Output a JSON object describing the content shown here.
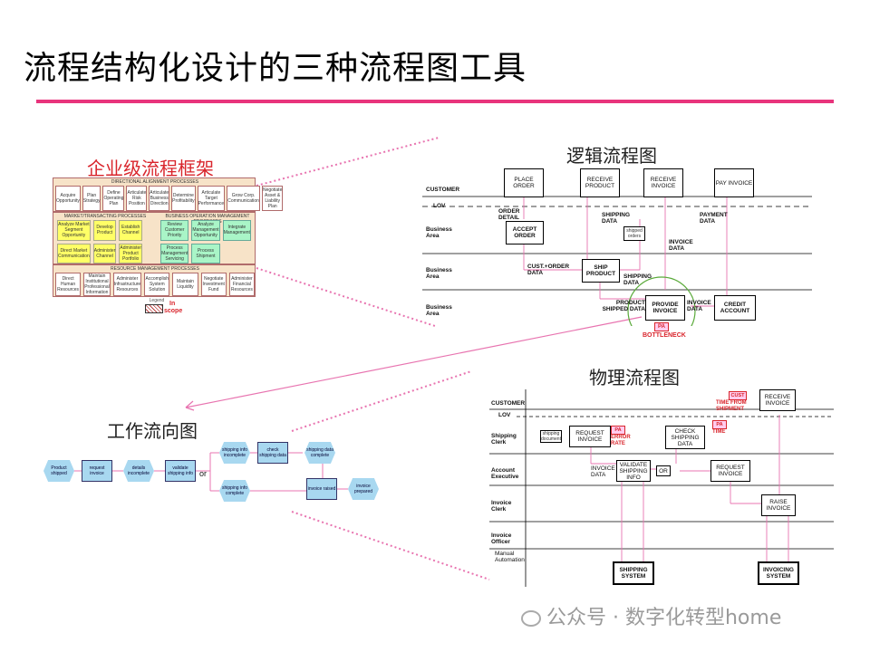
{
  "title": "流程结构化设计的三种流程图工具",
  "colors": {
    "accent": "#e8347c",
    "pink_line": "#e874b0",
    "green_ring": "#5aaa3a",
    "tan_band": "#f7e3c8",
    "yellow": "#ffff66",
    "mint": "#a9f5c7",
    "blue_flow": "#a8d8f0"
  },
  "enterprise": {
    "heading": "企业级流程框架",
    "band1_title": "DIRECTIONAL ALIGNMENT PROCESSES",
    "band1_cells": [
      "Acquire Opportunity",
      "Plan Strategy",
      "Define Operating Plan",
      "Articulate Risk Position",
      "Articulate Business Direction",
      "Determine Profitability",
      "Articulate Target Performance",
      "Grow Corp. Communication",
      "Negotiate Asset & Liability Plan"
    ],
    "band2_title": "MARKET/TRANSACTING PROCESSES",
    "band2_title_right": "BUSINESS OPERATION MANAGEMENT PROCESSES",
    "band2_yellow": [
      "Analyze Market Segment Opportunity",
      "Develop Product",
      "Establish Channel",
      "Direct Market Communication",
      "Administer Channel",
      "Administer Product Portfolio"
    ],
    "band2_green": [
      "Review Customer Priority",
      "Analyze Management Opportunity",
      "Integrate Management",
      "Process Management Servicing",
      "Process Shipment"
    ],
    "band3_title": "RESOURCE MANAGEMENT PROCESSES",
    "band3_cells": [
      "Direct Human Resources",
      "Maintain Institutional Professional Information",
      "Administer Infrastructure Resources",
      "Accomplish System Solution",
      "Maintain Liquidity",
      "Negotiate Investment Fund",
      "Administer Financial Resources"
    ],
    "legend_title": "Legend",
    "legend_label_line1": "In",
    "legend_label_line2": "scope"
  },
  "logic": {
    "heading": "逻辑流程图",
    "lanes": [
      "CUSTOMER",
      "LOV",
      "Business Area",
      "Business Area",
      "Business Area"
    ],
    "boxes": {
      "place_order": "PLACE ORDER",
      "receive_product": "RECEIVE PRODUCT",
      "receive_invoice": "RECEIVE INVOICE",
      "pay_invoice": "PAY INVOICE",
      "accept_order": "ACCEPT ORDER",
      "small_box": "shipped orders",
      "ship_product": "SHIP PRODUCT",
      "provide_invoice": "PROVIDE INVOICE",
      "credit_account": "CREDIT ACCOUNT"
    },
    "flows": {
      "order_detail": "ORDER DETAIL",
      "shipping_data_top": "SHIPPING DATA",
      "payment_data": "PAYMENT DATA",
      "invoice_data_top": "INVOICE DATA",
      "cust_order_data": "CUST.+ORDER DATA",
      "shipping_data": "SHIPPING DATA",
      "product_shipped": "PRODUCT SHIPPED DATA",
      "invoice_data": "INVOICE DATA"
    },
    "pa": "PA",
    "bottleneck": "BOTTLENECK"
  },
  "physical": {
    "heading": "物理流程图",
    "lanes": [
      "CUSTOMER",
      "LOV",
      "Shipping Clerk",
      "Account Executive",
      "Invoice Clerk",
      "Invoice Officer",
      "Manual Automation"
    ],
    "boxes": {
      "receive_invoice": "RECEIVE INVOICE",
      "request_invoice": "REQUEST INVOICE",
      "check_shipping": "CHECK SHIPPING DATA",
      "validate_shipping": "VALIDATE SHIPPING INFO",
      "or": "OR",
      "request_invoice2": "REQUEST INVOICE",
      "raise_invoice": "RAISE INVOICE",
      "shipping_system": "SHIPPING SYSTEM",
      "invoicing_system": "INVOICING SYSTEM",
      "small_box": "shipping document"
    },
    "flags": {
      "cust": "CUST",
      "time_from_shipment": "TIME FROM SHIPMENT",
      "pa1": "PA",
      "error_rate": "ERROR RATE",
      "pa2": "PA",
      "time": "TIME"
    },
    "flow_label": "INVOICE DATA"
  },
  "workflow": {
    "heading": "工作流向图",
    "nodes": [
      "Product shipped",
      "request invoice",
      "details incomplete",
      "validate shipping info",
      "shipping info incomplete",
      "check shipping data",
      "shipping data complete",
      "shipping info complete",
      "invoice raised",
      "invoice prepared"
    ],
    "or_label": "or"
  },
  "watermark": "公众号 · 数字化转型home"
}
